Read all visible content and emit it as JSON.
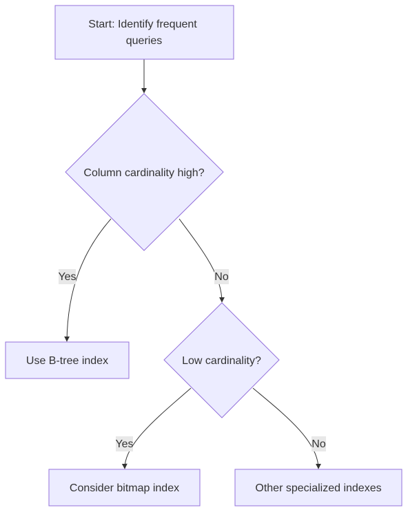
{
  "nodes": {
    "start": {
      "line1": "Start: Identify frequent",
      "line2": "queries"
    },
    "cardinality_high": {
      "label": "Column cardinality high?"
    },
    "btree": {
      "label": "Use B-tree index"
    },
    "low_cardinality": {
      "label": "Low cardinality?"
    },
    "bitmap": {
      "label": "Consider bitmap index"
    },
    "other": {
      "label": "Other specialized indexes"
    }
  },
  "edges": {
    "high_yes": "Yes",
    "high_no": "No",
    "low_yes": "Yes",
    "low_no": "No"
  },
  "colors": {
    "node_fill": "#ECECFF",
    "node_stroke": "#9370DB",
    "edge": "#333333",
    "edge_label_bg": "#E8E8E8",
    "text": "#333333"
  }
}
